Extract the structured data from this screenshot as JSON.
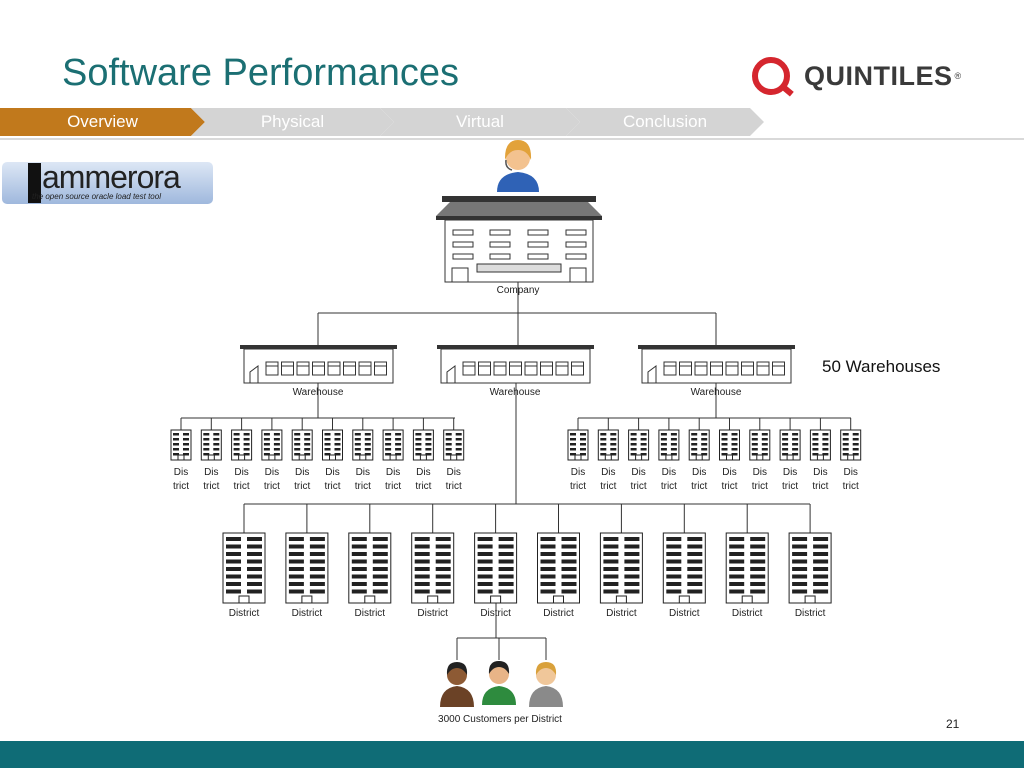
{
  "slide": {
    "title": "Software Performances",
    "page_number": "21"
  },
  "logo": {
    "brand": "QUINTILES",
    "registered": "®",
    "color": "#d5262e"
  },
  "nav": {
    "tabs": [
      {
        "label": "Overview",
        "active": true
      },
      {
        "label": "Physical",
        "active": false
      },
      {
        "label": "Virtual",
        "active": false
      },
      {
        "label": "Conclusion",
        "active": false
      }
    ]
  },
  "badge": {
    "title": "ammerora",
    "subtitle": "the open source oracle load test tool"
  },
  "diagram": {
    "company_label": "Company",
    "warehouse_label": "Warehouse",
    "warehouse_count": 3,
    "small_district_label_line1": "Dis",
    "small_district_label_line2": "trict",
    "small_districts_per_group": 10,
    "district_label": "District",
    "large_district_count": 10,
    "customers_label": "3000 Customers per District",
    "annotation": "50 Warehouses",
    "customer_colors": [
      "#6b4226",
      "#2e8b3e",
      "#8a8a8a"
    ]
  },
  "colors": {
    "accent": "#c1791c",
    "title": "#1b6f73",
    "footer": "#0f6c76"
  }
}
